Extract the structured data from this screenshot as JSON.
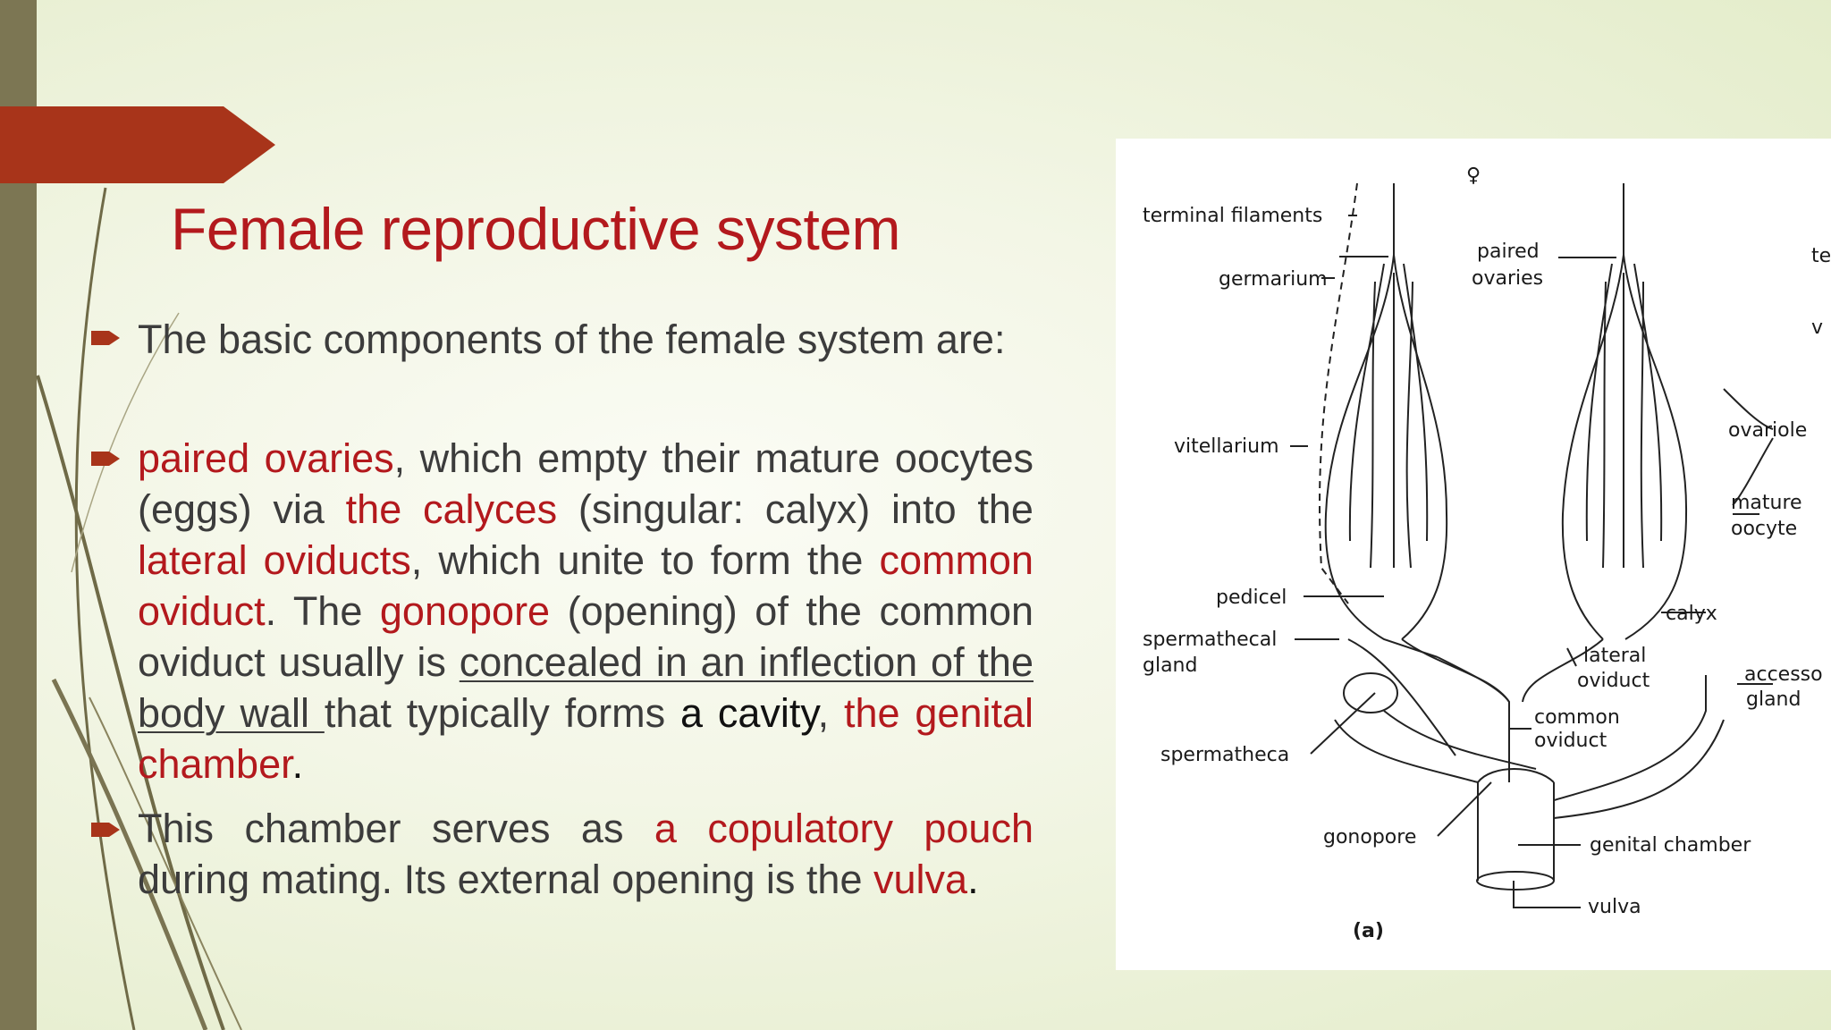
{
  "title": "Female reproductive system",
  "colors": {
    "accent": "#b3191d",
    "tab": "#a8341a",
    "sidebar": "#7c7653"
  },
  "bullets": [
    {
      "parts": [
        "The basic components of the female system are:"
      ]
    },
    {
      "parts": [
        " paired ovaries",
        ", which empty their mature oocytes (eggs) via ",
        "the calyces",
        " (singular: calyx) into the ",
        "lateral oviducts",
        ", which unite to form the ",
        "common oviduct",
        ". The ",
        "gonopore",
        " (opening) of the common oviduct usually is ",
        "concealed in an inflection of the body wall ",
        "that typically forms ",
        "a cavity",
        ", ",
        "the genital chamber",
        "."
      ]
    },
    {
      "parts": [
        "This chamber serves as ",
        "a copulatory pouch",
        " during mating. Its external opening is the ",
        "vulva",
        "."
      ]
    }
  ],
  "figure": {
    "symbol": "♀",
    "caption": "(a)",
    "labels": {
      "terminal_filaments": "terminal filaments",
      "germarium": "germarium",
      "paired_ovaries_1": "paired",
      "paired_ovaries_2": "ovaries",
      "vitellarium": "vitellarium",
      "ovariole": "ovariole",
      "mature_oocyte_1": "mature",
      "mature_oocyte_2": "oocyte",
      "pedicel": "pedicel",
      "calyx": "calyx",
      "spermathecal_gland_1": "spermathecal",
      "spermathecal_gland_2": "gland",
      "lateral_oviduct_1": "lateral",
      "lateral_oviduct_2": "oviduct",
      "accessory_gland_1": "accesso",
      "accessory_gland_2": "gland",
      "common_oviduct_1": "common",
      "common_oviduct_2": "oviduct",
      "spermatheca": "spermatheca",
      "gonopore": "gonopore",
      "genital_chamber": "genital chamber",
      "vulva": "vulva",
      "cut_te": "te",
      "cut_v": "v"
    }
  }
}
